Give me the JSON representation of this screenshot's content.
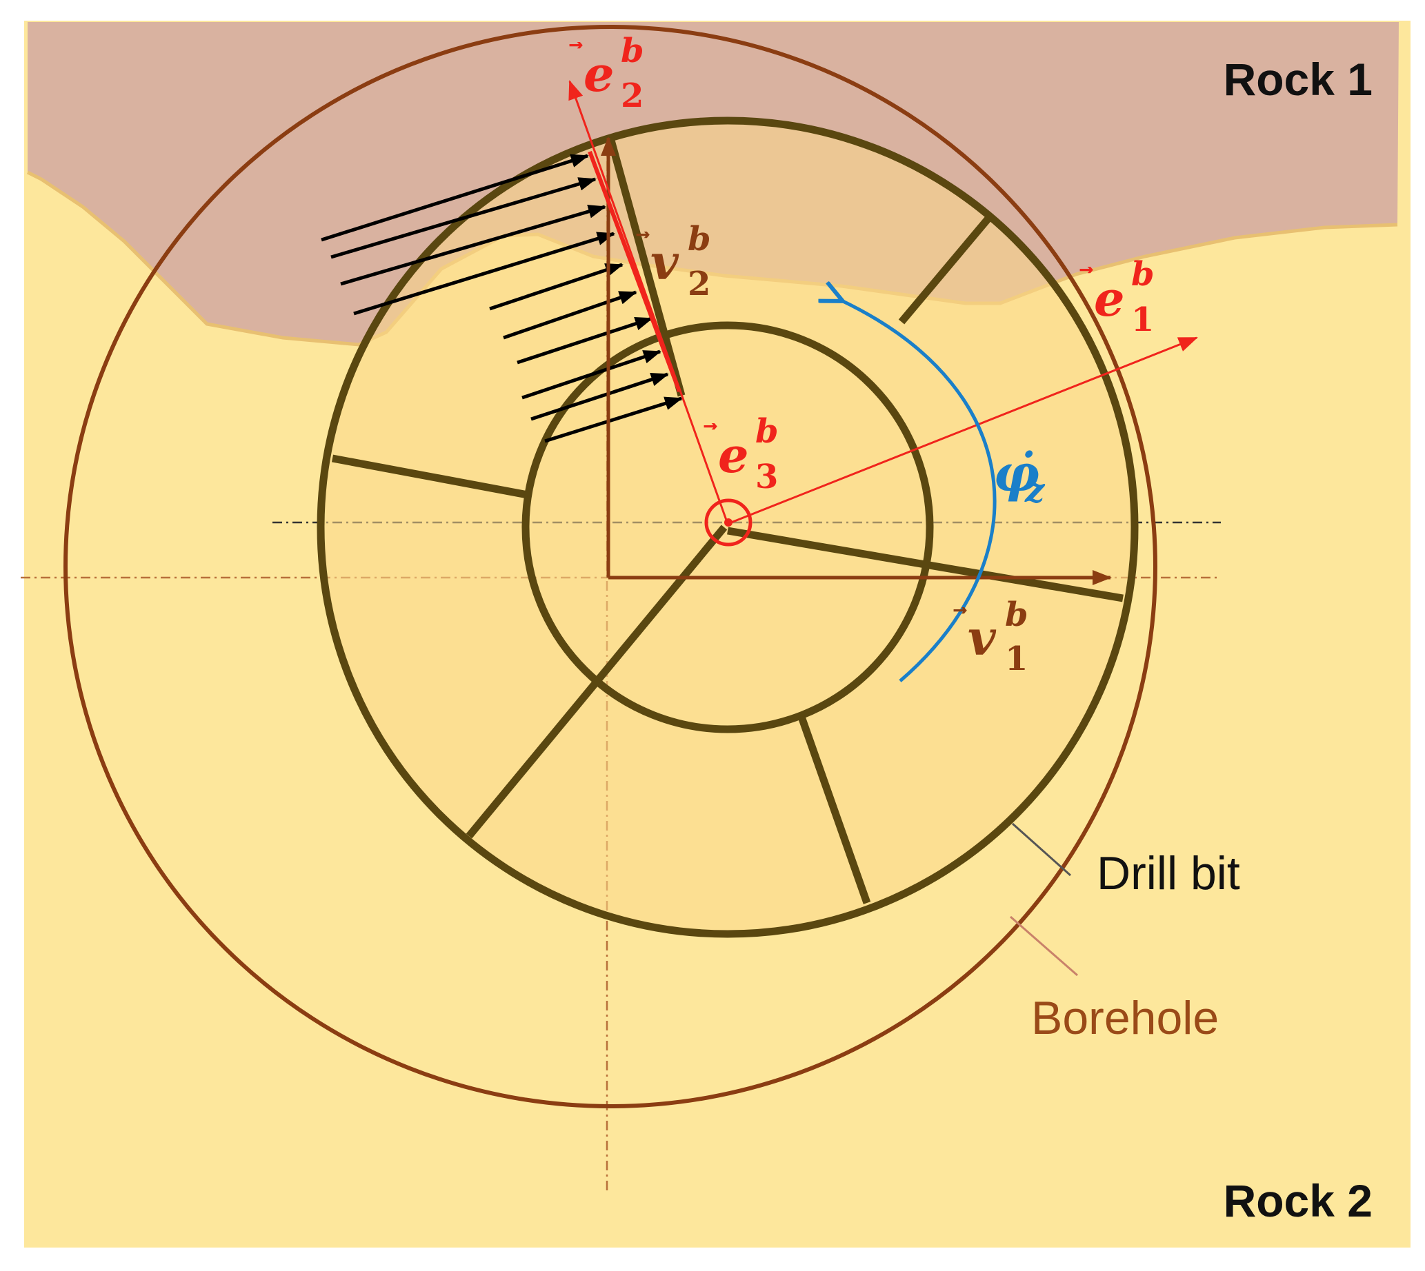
{
  "labels": {
    "rock1": "Rock 1",
    "rock2": "Rock 2",
    "drill_bit": "Drill bit",
    "borehole": "Borehole"
  },
  "vectors": {
    "e1": {
      "base": "e",
      "sup": "b",
      "sub": "1",
      "arrow": "⃗"
    },
    "e2": {
      "base": "e",
      "sup": "b",
      "sub": "2",
      "arrow": "⃗"
    },
    "e3": {
      "base": "e",
      "sup": "b",
      "sub": "3",
      "arrow": "⃗"
    },
    "v1": {
      "base": "v",
      "sup": "b",
      "sub": "1",
      "arrow": "⃗"
    },
    "v2": {
      "base": "v",
      "sup": "b",
      "sub": "2",
      "arrow": "⃗"
    }
  },
  "angular_velocity": {
    "base": "φ̇",
    "sub": "z"
  },
  "colors": {
    "rock1": "#d9b2a0",
    "rock2": "#fde79c",
    "bit_fill": "#fcd98a",
    "bit_stroke": "#5a4710",
    "borehole_stroke": "#8b3d12",
    "frame_e": "#f0241c",
    "frame_v": "#8b3d12",
    "rotation": "#1a7fc9",
    "force_arrows": "#000000",
    "drill_label": "#111111",
    "borehole_label": "#9a4a18"
  }
}
